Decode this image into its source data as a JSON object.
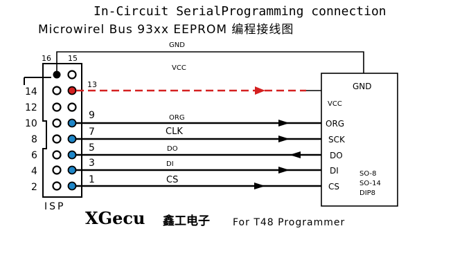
{
  "title": {
    "line1": "In-Circuit SerialProgramming connection",
    "line2": "Microwirel Bus 93xx EEPROM 编程接线图"
  },
  "connector": {
    "label": "ISP",
    "left_pin_labels": [
      "14",
      "12",
      "10",
      "8",
      "6",
      "4",
      "2"
    ],
    "top_pin_labels": [
      "16",
      "15"
    ]
  },
  "wires": {
    "gnd": "GND",
    "vcc": "VCC",
    "vcc_pin": "13",
    "signals": [
      {
        "pin": "9",
        "name": "ORG",
        "dir": "right"
      },
      {
        "pin": "7",
        "name": "CLK",
        "dir": "right"
      },
      {
        "pin": "5",
        "name": "DO",
        "dir": "left"
      },
      {
        "pin": "3",
        "name": "DI",
        "dir": "right"
      },
      {
        "pin": "1",
        "name": "CS",
        "dir": "right"
      }
    ]
  },
  "chip": {
    "gnd": "GND",
    "vcc": "VCC",
    "pins": [
      "ORG",
      "SCK",
      "DO",
      "DI",
      "CS"
    ],
    "packages": [
      "SO-8",
      "SO-14",
      "DIP8"
    ]
  },
  "footer": {
    "brand": "XGecu",
    "brand_cn": "鑫工电子",
    "note": "For T48 Programmer"
  },
  "colors": {
    "line": "#000000",
    "dashed_vcc": "#d42020",
    "pin_blue": "#1e86c8",
    "pin_red": "#d42020",
    "pin_black": "#000000"
  }
}
